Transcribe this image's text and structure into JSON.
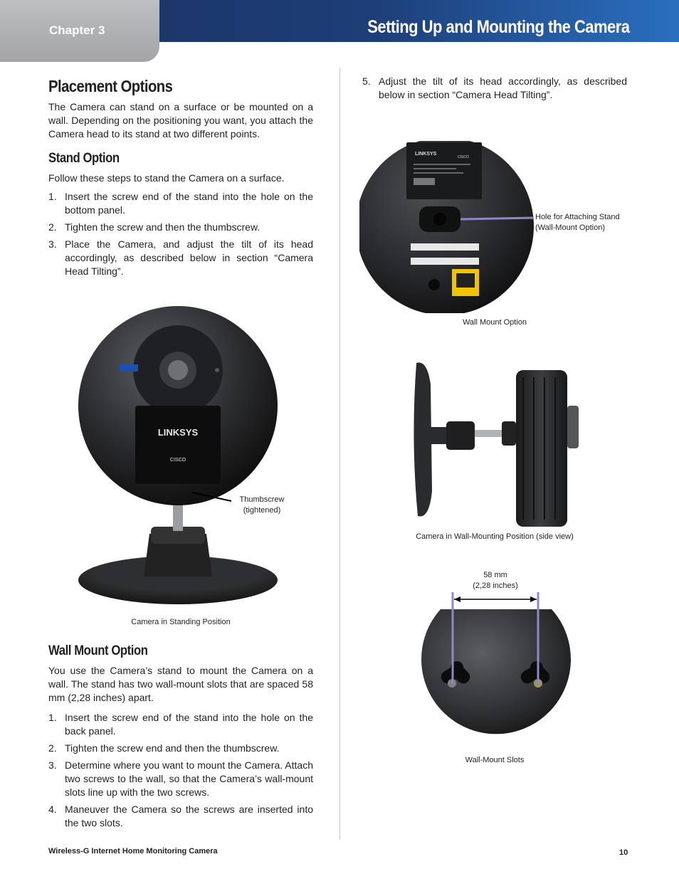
{
  "header": {
    "chapter": "Chapter 3",
    "title": "Setting Up and Mounting the Camera"
  },
  "left": {
    "heading": "Placement Options",
    "intro": "The Camera can stand on a surface or be mounted on a wall. Depending on the positioning you want, you attach the Camera head to its stand at two different points.",
    "stand": {
      "heading": "Stand Option",
      "intro": "Follow these steps to stand the Camera on a surface.",
      "steps": [
        {
          "n": "1.",
          "text": "Insert the screw end of the stand into the hole on the bottom panel."
        },
        {
          "n": "2.",
          "text": "Tighten the screw and then the thumbscrew."
        },
        {
          "n": "3.",
          "text": "Place the Camera, and adjust the tilt of its head accordingly, as described below in section “Camera Head Tilting”."
        }
      ],
      "figure_callout": "Thumbscrew\n(tightened)",
      "figure_caption": "Camera in Standing Position",
      "brand": "LINKSYS",
      "sub_brand": "CISCO"
    },
    "wall": {
      "heading": "Wall Mount Option",
      "intro": "You use the Camera’s stand to mount the Camera on a wall. The stand has two wall-mount slots that are spaced 58 mm (2,28 inches) apart.",
      "steps": [
        {
          "n": "1.",
          "text": "Insert the screw end of the stand into the hole on the back panel."
        },
        {
          "n": "2.",
          "text": "Tighten the screw end and then the thumbscrew."
        },
        {
          "n": "3.",
          "text": "Determine where you want to mount the Camera. Attach two screws to the wall, so that the Camera’s wall-mount slots line up with the two screws."
        },
        {
          "n": "4.",
          "text": "Maneuver the Camera so the screws are inserted into the two slots."
        }
      ]
    }
  },
  "right": {
    "step5": {
      "n": "5.",
      "text": "Adjust the tilt of its head accordingly, as described below in section “Camera Head Tilting”."
    },
    "fig1": {
      "callout": "Hole for Attaching Stand\n(Wall-Mount Option)",
      "caption": "Wall Mount Option",
      "brand": "LINKSYS",
      "sub_brand": "CISCO"
    },
    "fig2": {
      "caption": "Camera in Wall-Mounting Position (side view)"
    },
    "fig3": {
      "dimension": "58 mm\n(2,28 inches)",
      "caption": "Wall-Mount Slots"
    }
  },
  "footer": {
    "product": "Wireless-G Internet Home Monitoring Camera",
    "page": "10"
  }
}
